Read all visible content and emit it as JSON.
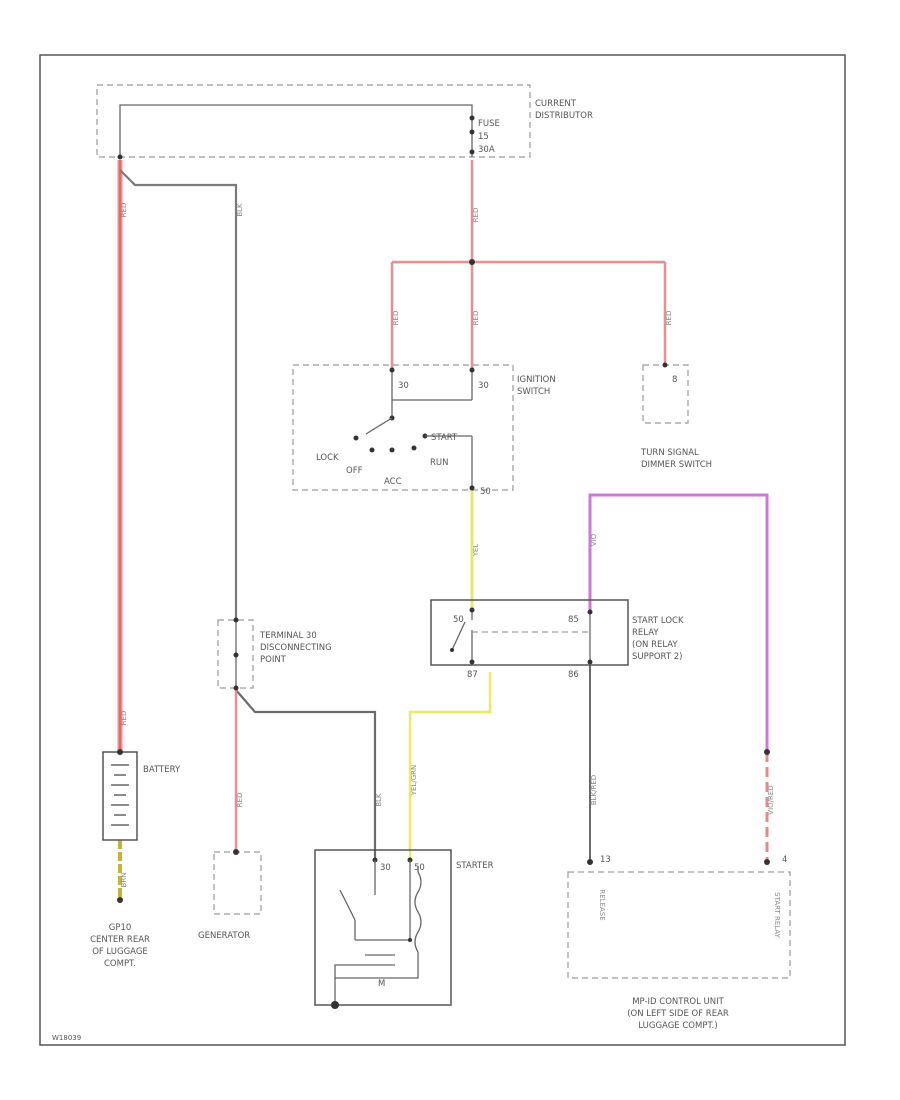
{
  "colors": {
    "red": "#ee8d8d",
    "gray": "#7a7a7a",
    "yellow": "#e8e86a",
    "violet": "#cc7ad6",
    "yellow_green": "#c9b23a"
  },
  "components": {
    "current_distributor": {
      "label": [
        "CURRENT",
        "DISTRIBUTOR"
      ],
      "pins": [
        "FUSE",
        "15",
        "30A"
      ]
    },
    "ignition_switch": {
      "label": [
        "IGNITION",
        "SWITCH"
      ],
      "pin_left": "30",
      "pin_right": "30",
      "pin_out": "50",
      "positions": {
        "lock": "LOCK",
        "off": "OFF",
        "acc": "ACC",
        "run": "RUN",
        "start": "START"
      }
    },
    "turn_signal_switch": {
      "label": [
        "TURN SIGNAL",
        "DIMMER SWITCH"
      ],
      "pin": "8"
    },
    "terminal_30": {
      "label": [
        "TERMINAL 30",
        "DISCONNECTING",
        "POINT"
      ]
    },
    "start_lock_relay": {
      "label": [
        "START LOCK",
        "RELAY",
        "(ON RELAY",
        "SUPPORT 2)"
      ],
      "pins": [
        "50",
        "85",
        "87",
        "86"
      ]
    },
    "battery": {
      "label": "BATTERY"
    },
    "generator": {
      "label": "GENERATOR"
    },
    "starter": {
      "label": "STARTER",
      "pins": [
        "30",
        "50",
        "M"
      ]
    },
    "ground": {
      "label": [
        "GP10",
        "CENTER REAR",
        "OF LUGGAGE",
        "COMPT."
      ]
    },
    "control_unit": {
      "label": [
        "MP-ID CONTROL UNIT",
        "(ON LEFT SIDE OF REAR",
        "LUGGAGE COMPT.)"
      ],
      "pin_release": "13",
      "pin_mid": "4",
      "left_text": "RELEASE",
      "right_text": "START RELAY"
    }
  },
  "wires": {
    "w_main_red": "RED",
    "w_gray_top": "BLK",
    "w_red_fuse": "RED",
    "w_red_left": "RED",
    "w_red_mid": "RED",
    "w_red_right": "RED",
    "w_yel_ign": "YEL",
    "w_yel_starter": "YEL/GRN",
    "w_gray_starter": "BLK",
    "w_red_gen": "RED",
    "w_gray_relay": "BLK/RED",
    "w_vio": "VIO",
    "w_vio_red": "VIO/RED",
    "w_red_batt": "RED",
    "w_bat_ground": "BRN"
  },
  "footer": {
    "ref_code": "W18039"
  }
}
